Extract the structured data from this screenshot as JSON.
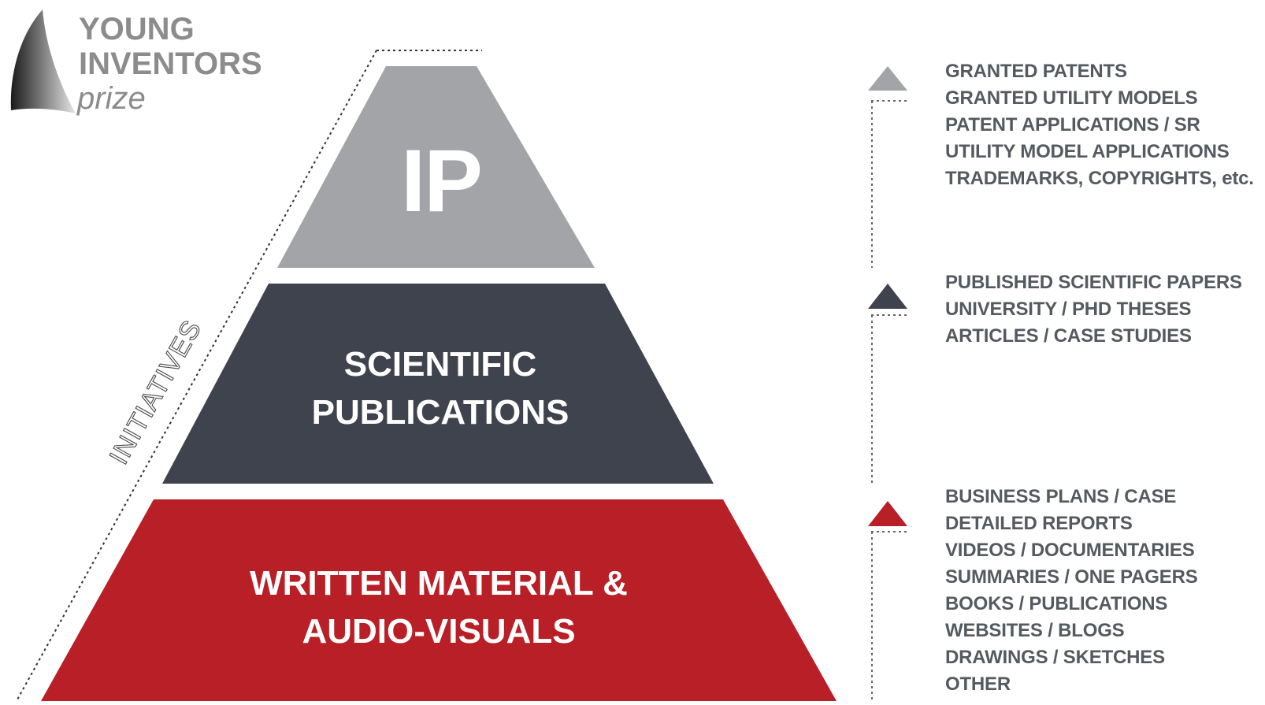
{
  "logo": {
    "line1": "YOUNG",
    "line2": "INVENTORS",
    "line3": "prize"
  },
  "axis_label": "INITIATIVES",
  "pyramid": {
    "tiers": [
      {
        "title_lines": [
          "IP"
        ],
        "color": "#a2a4a7"
      },
      {
        "title_lines": [
          "SCIENTIFIC",
          "PUBLICATIONS"
        ],
        "color": "#3f434d"
      },
      {
        "title_lines": [
          "WRITTEN MATERIAL &",
          "AUDIO-VISUALS"
        ],
        "color": "#b81f26"
      }
    ]
  },
  "legend": {
    "ip": {
      "marker_color": "#a2a4a7",
      "items": [
        "GRANTED PATENTS",
        "GRANTED UTILITY MODELS",
        "PATENT APPLICATIONS / SR",
        "UTILITY MODEL APPLICATIONS",
        "TRADEMARKS, COPYRIGHTS, etc."
      ]
    },
    "scientific": {
      "marker_color": "#3f434d",
      "items": [
        "PUBLISHED SCIENTIFIC PAPERS",
        "UNIVERSITY / PHD THESES",
        "ARTICLES / CASE STUDIES"
      ]
    },
    "written": {
      "marker_color": "#b81f26",
      "items": [
        "BUSINESS PLANS / CASE",
        "DETAILED REPORTS",
        "VIDEOS / DOCUMENTARIES",
        "SUMMARIES / ONE PAGERS",
        "BOOKS / PUBLICATIONS",
        "WEBSITES / BLOGS",
        "DRAWINGS / SKETCHES",
        "OTHER"
      ]
    }
  }
}
